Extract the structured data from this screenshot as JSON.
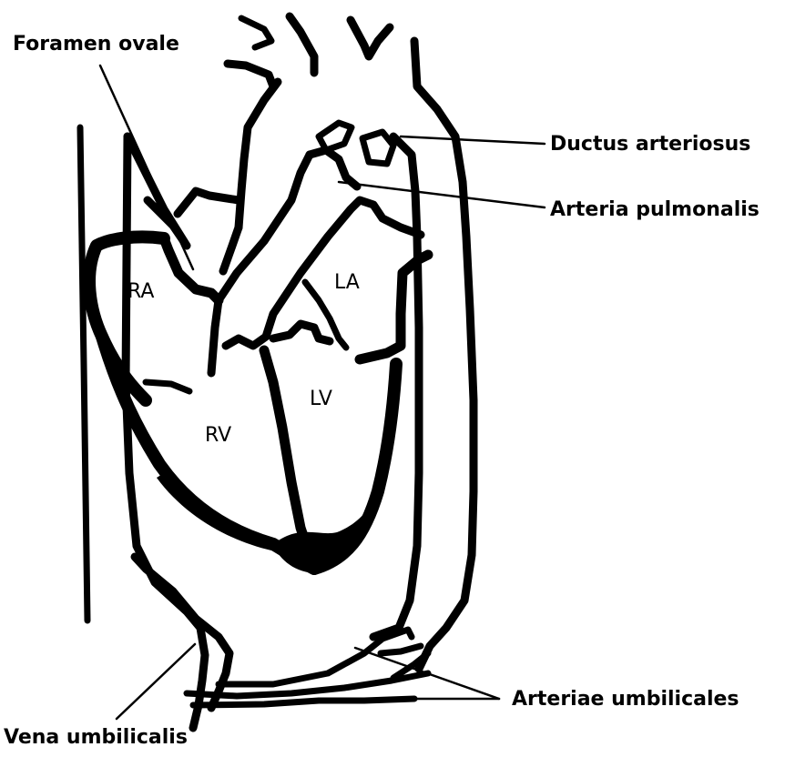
{
  "labels": {
    "foramen_ovale": "Foramen ovale",
    "ductus_arteriosus": "Ductus arteriosus",
    "arteria_pulmonalis": "Arteria pulmonalis",
    "arteriae_umbilicales": "Arteriae umbilicales",
    "vena_umbilicalis": "Vena umbilicalis"
  },
  "chambers": {
    "ra": "RA",
    "la": "LA",
    "rv": "RV",
    "lv": "LV"
  }
}
